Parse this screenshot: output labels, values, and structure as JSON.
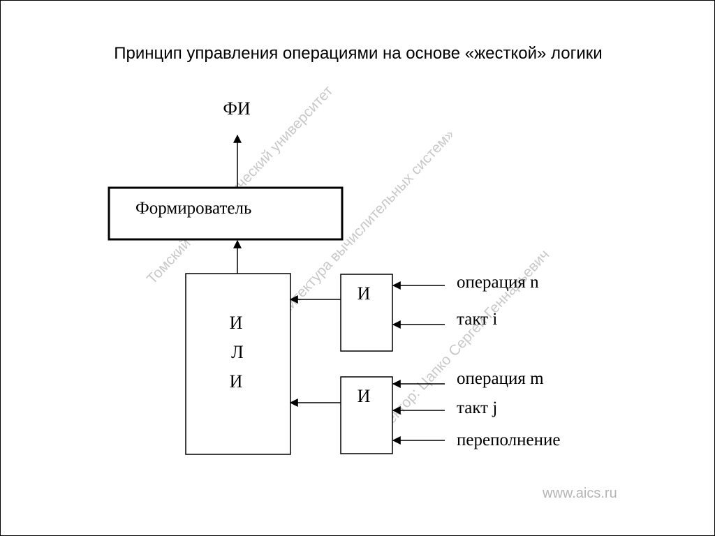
{
  "title": "Принцип управления операциями на основе «жесткой» логики",
  "diagram": {
    "output_label": "ФИ",
    "former_block": "Формирователь",
    "or_gate_letters": [
      "И",
      "Л",
      "И"
    ],
    "and_gate_1": "И",
    "and_gate_2": "И",
    "inputs_gate_1": [
      "операция n",
      "такт i"
    ],
    "inputs_gate_2": [
      "операция m",
      "такт j",
      "переполнение"
    ]
  },
  "watermarks": {
    "university": "Томский политехнический университет",
    "discipline": "Дисциплина: «Архитектура вычислительных систем»",
    "lecturer": "Лектор: Цапко Сергей Геннадьевич",
    "site": "www.aics.ru"
  }
}
